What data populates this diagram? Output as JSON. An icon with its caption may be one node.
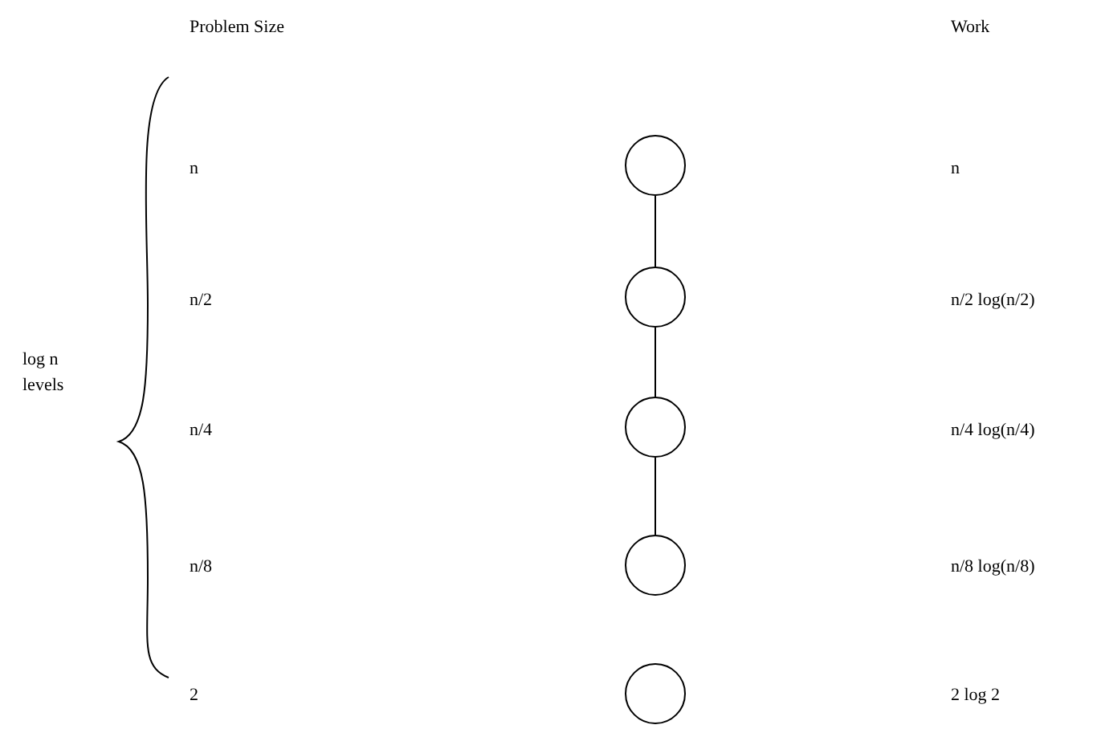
{
  "diagram": {
    "nodes": [
      {
        "text": [],
        "shape": "circle"
      },
      {
        "text": [],
        "shape": "circle"
      },
      {
        "text": [],
        "shape": "circle"
      },
      {
        "text": [],
        "shape": "circle"
      },
      {
        "text": [],
        "shape": "circle"
      }
    ],
    "edges": [
      {
        "from": 0,
        "to": 1,
        "arrow": "none"
      },
      {
        "from": 1,
        "to": 2,
        "arrow": "none"
      },
      {
        "from": 2,
        "to": 3,
        "arrow": "none"
      }
    ],
    "labels": [
      "Problem Size",
      "Work",
      "n",
      "n",
      "n/2",
      "n/2 log(n/2)",
      "log n levels",
      "n/4",
      "n/4 log(n/4)",
      "n/8",
      "n/8 log(n/8)",
      "2",
      "2 log 2"
    ]
  }
}
